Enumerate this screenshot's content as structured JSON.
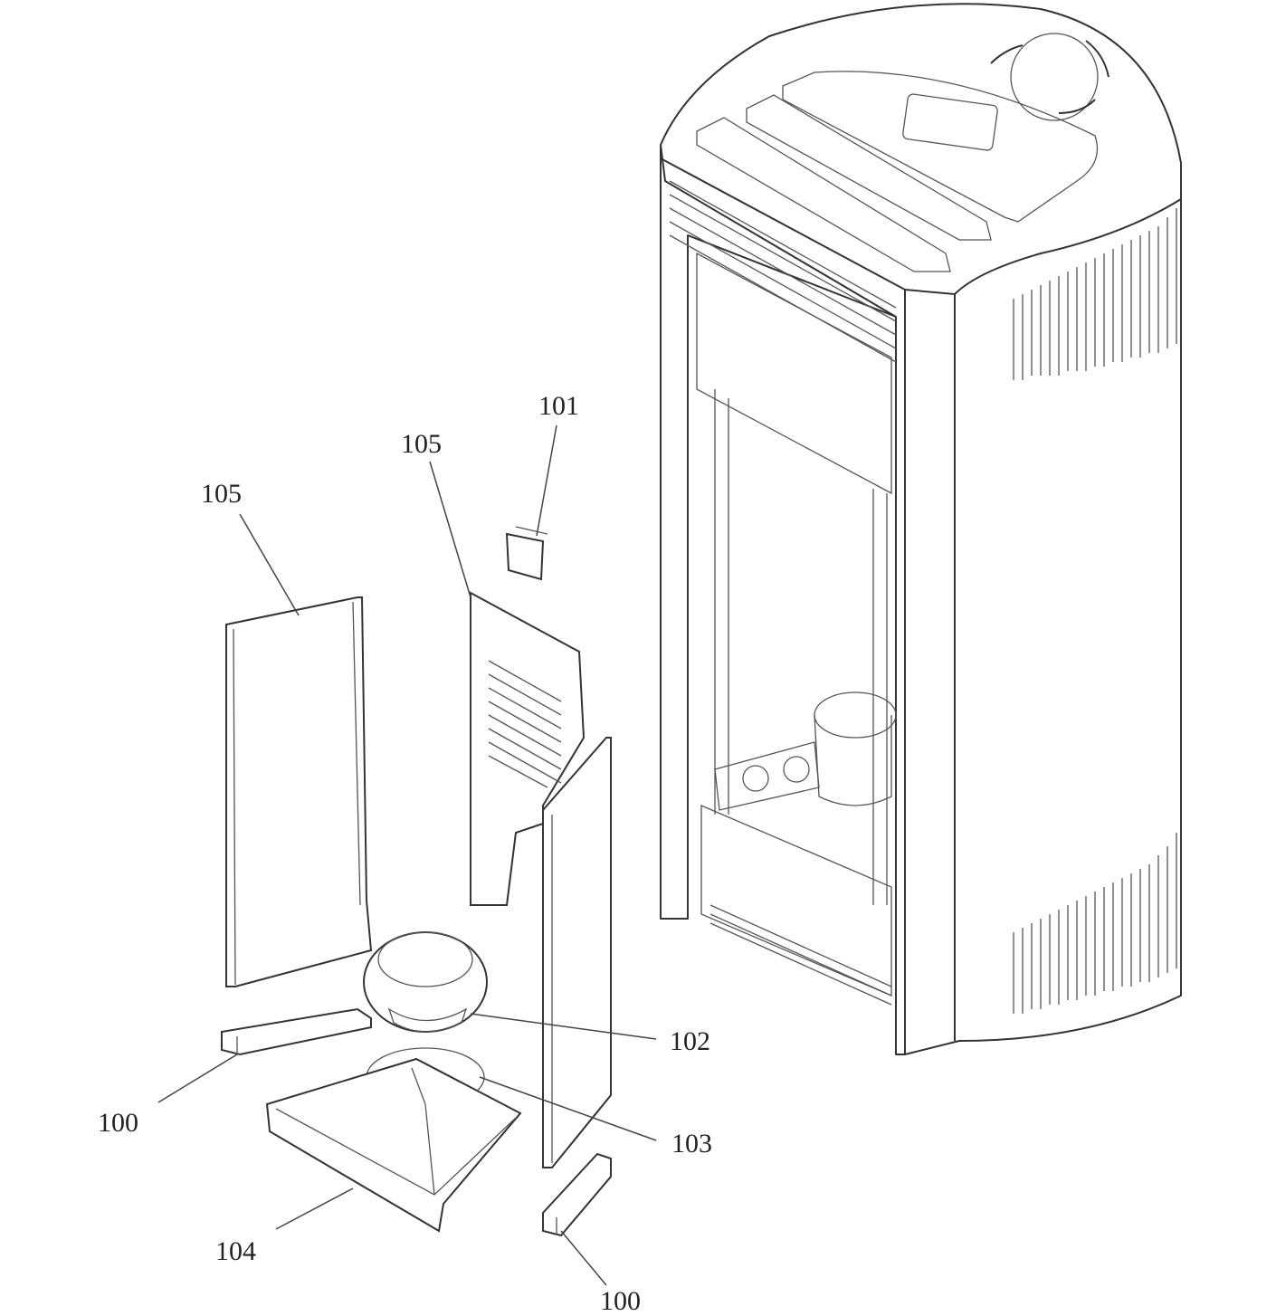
{
  "diagram": {
    "type": "exploded-parts-view",
    "labels": {
      "part_101": "101",
      "part_105_left": "105",
      "part_105_mid": "105",
      "part_102": "102",
      "part_100_left": "100",
      "part_103": "103",
      "part_104": "104",
      "part_100_bottom": "100"
    }
  }
}
